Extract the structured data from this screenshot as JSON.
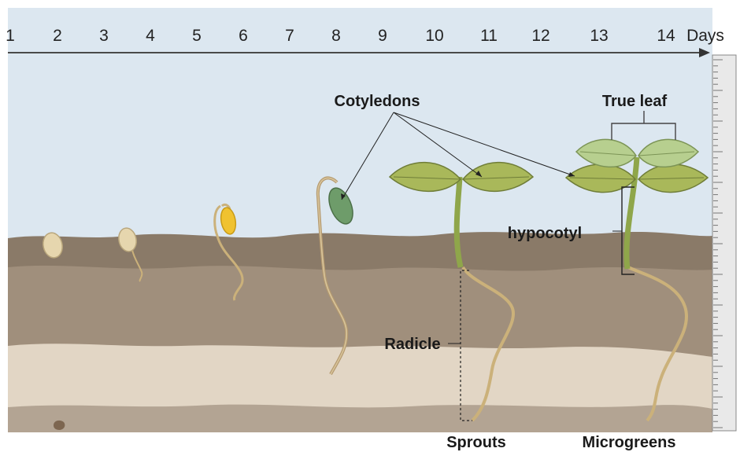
{
  "timeline": {
    "days": [
      "1",
      "2",
      "3",
      "4",
      "5",
      "6",
      "7",
      "8",
      "9",
      "10",
      "11",
      "12",
      "13",
      "14"
    ],
    "unit": "Days"
  },
  "labels": {
    "cotyledons": "Cotyledons",
    "true_leaf": "True leaf",
    "hypocotyl": "hypocotyl",
    "radicle": "Radicle",
    "sprouts": "Sprouts",
    "microgreens": "Microgreens"
  },
  "colors": {
    "sky": "#dce7f0",
    "soil_top": "#8a7a68",
    "soil_mid": "#a08f7c",
    "soil_light": "#e2d6c5",
    "soil_bottom": "#b3a493",
    "leaf_dark": "#a9b85a",
    "leaf_light": "#b7cf8f",
    "stem": "#8fa64a",
    "root": "#cbb17a",
    "seed": "#e6d6ae",
    "seed_germinating": "#f0c230",
    "cotyledon_closed": "#6e9c6a"
  }
}
